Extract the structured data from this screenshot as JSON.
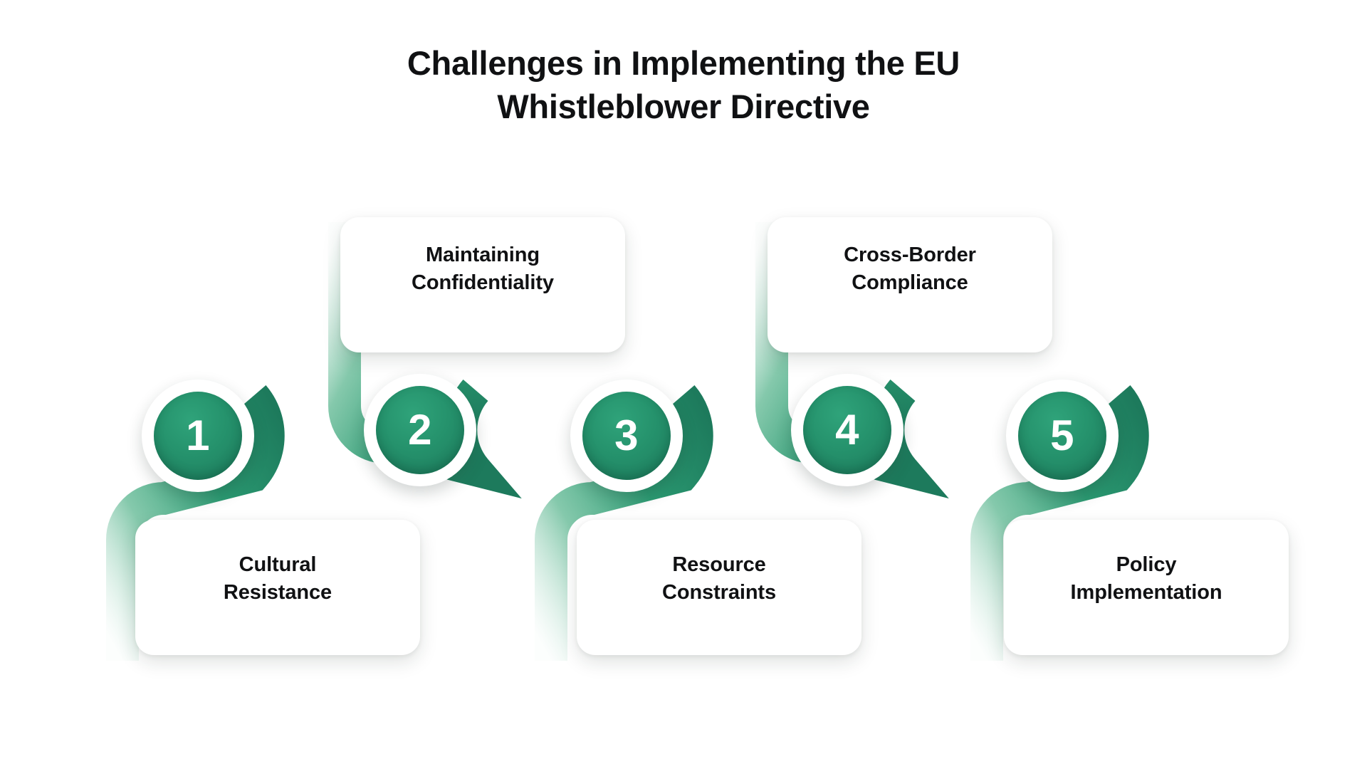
{
  "page": {
    "background_color": "#ffffff",
    "accent_color": "#26956D",
    "accent_dark_color": "#1d7a5c",
    "text_color": "#101113",
    "card_color": "#ffffff"
  },
  "header": {
    "title_line1": "Challenges in Implementing the EU",
    "title_line2": "Whistleblower Directive",
    "title_full": "Challenges in Implementing the EU Whistleblower Directive"
  },
  "steps": [
    {
      "number": "1",
      "label_line1": "Cultural",
      "label_line2": "Resistance",
      "label": "Cultural Resistance",
      "position": "below"
    },
    {
      "number": "2",
      "label_line1": "Maintaining",
      "label_line2": "Confidentiality",
      "label": "Maintaining Confidentiality",
      "position": "above"
    },
    {
      "number": "3",
      "label_line1": "Resource",
      "label_line2": "Constraints",
      "label": "Resource Constraints",
      "position": "below"
    },
    {
      "number": "4",
      "label_line1": "Cross-Border",
      "label_line2": "Compliance",
      "label": "Cross-Border Compliance",
      "position": "above"
    },
    {
      "number": "5",
      "label_line1": "Policy",
      "label_line2": "Implementation",
      "label": "Policy Implementation",
      "position": "below"
    }
  ]
}
